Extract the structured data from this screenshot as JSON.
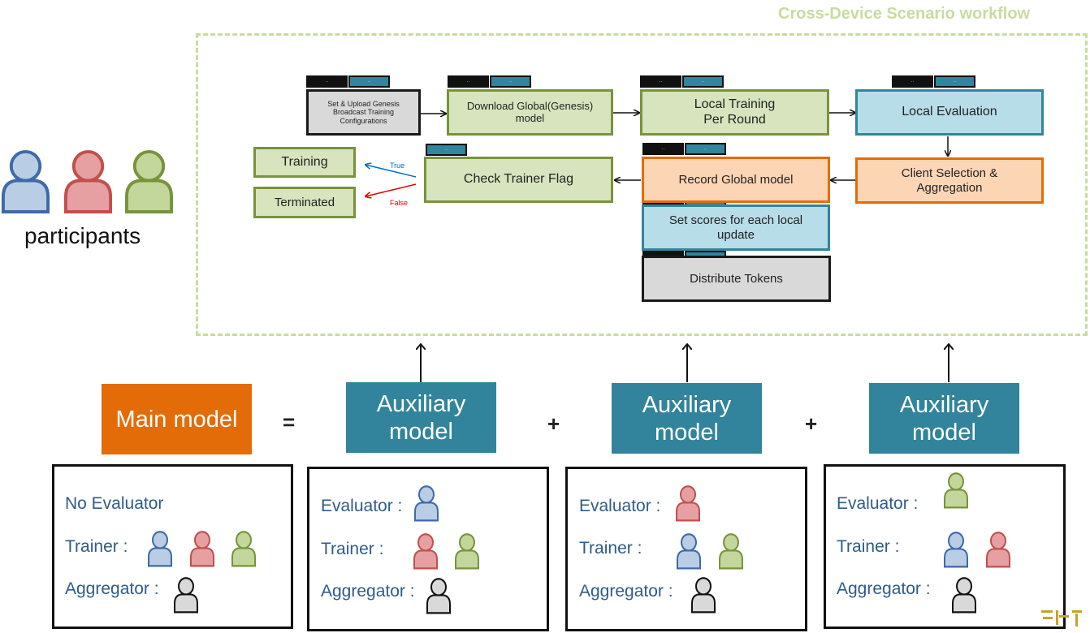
{
  "workflow": {
    "title": "Cross-Device Scenario workflow",
    "steps": {
      "setup": "Set & Upload Genesis Broadcast Training Configurations",
      "download": "Download Global(Genesis) model",
      "local_training": "Local Training Per Round",
      "local_eval": "Local Evaluation",
      "client_sel": "Client Selection & Aggregation",
      "record": "Record Global model",
      "check_flag": "Check Trainer Flag",
      "set_scores": "Set scores for each local update",
      "distribute": "Distribute Tokens",
      "training": "Training",
      "terminated": "Terminated"
    },
    "branch_labels": {
      "true": "True",
      "false": "False"
    },
    "tag_text": {
      "black": "··",
      "teal": "··"
    }
  },
  "participants": {
    "label": "participants",
    "colors": [
      "blue",
      "red",
      "green"
    ]
  },
  "models": {
    "main": "Main model",
    "aux1": "Auxiliary model",
    "aux2": "Auxiliary model",
    "aux3": "Auxiliary model",
    "equals": "=",
    "plus1": "+",
    "plus2": "+"
  },
  "panels": {
    "main": {
      "evaluator": "No Evaluator",
      "trainer": "Trainer :",
      "aggregator": "Aggregator :"
    },
    "aux1": {
      "evaluator": "Evaluator :",
      "trainer": "Trainer :",
      "aggregator": "Aggregator :"
    },
    "aux2": {
      "evaluator": "Evaluator :",
      "trainer": "Trainer :",
      "aggregator": "Aggregator :"
    },
    "aux3": {
      "evaluator": "Evaluator :",
      "trainer": "Trainer :",
      "aggregator": "Aggregator :"
    }
  },
  "colors": {
    "blue_person": "#b9cde5",
    "red_person": "#e6a0a1",
    "green_person": "#c3d69b",
    "black_person": "#d9d9d9",
    "main_model": "#e36c09",
    "aux_model": "#31849b",
    "true_arrow": "#0070c0",
    "false_arrow": "#e00000"
  },
  "watermark": "元计算"
}
